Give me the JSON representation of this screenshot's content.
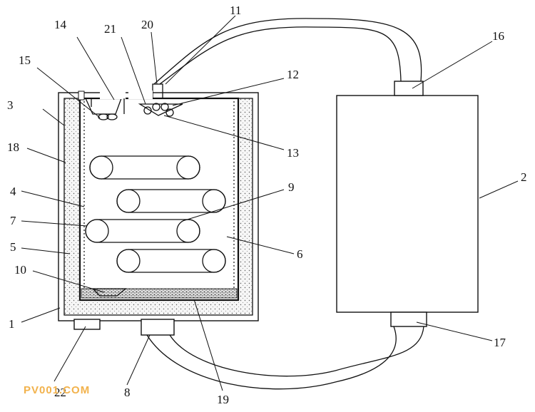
{
  "labels": {
    "l1": "1",
    "l2": "2",
    "l3": "3",
    "l4": "4",
    "l5": "5",
    "l6": "6",
    "l7": "7",
    "l8": "8",
    "l9": "9",
    "l10": "10",
    "l11": "11",
    "l12": "12",
    "l13": "13",
    "l14": "14",
    "l15": "15",
    "l16": "16",
    "l17": "17",
    "l18": "18",
    "l19": "19",
    "l20": "20",
    "l21": "21",
    "l22": "22"
  },
  "watermark": "PV001.COM"
}
